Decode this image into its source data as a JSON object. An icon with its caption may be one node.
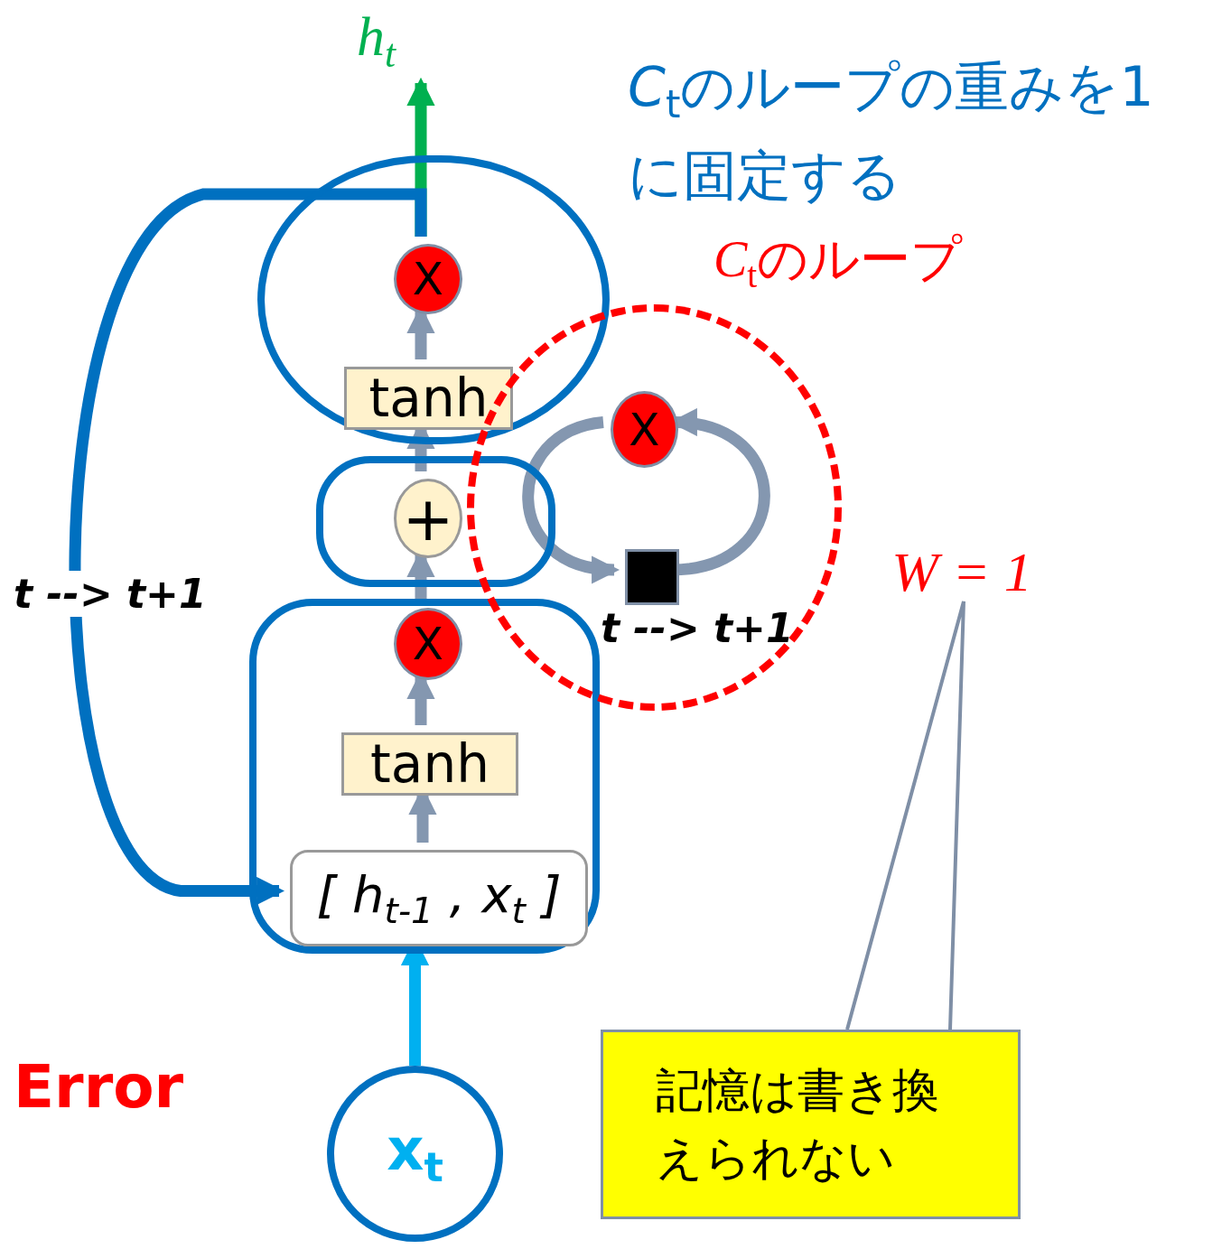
{
  "diagram": {
    "nodes": [
      {
        "text": [
          "h$_{t}$"
        ]
      },
      {
        "text": [],
        "shape": "circle"
      },
      {
        "text": [
          "X"
        ],
        "in": 1
      },
      {
        "text": [
          "tanh"
        ],
        "in": 1
      },
      {
        "text": [],
        "shape": "box"
      },
      {
        "text": [
          "+"
        ],
        "in": 4
      },
      {
        "text": [],
        "shape": "box"
      },
      {
        "text": [
          "X"
        ],
        "in": 6
      },
      {
        "text": [
          "tanh"
        ],
        "in": 6
      },
      {
        "text": [
          "[ h$_{t-1}$ , x$_{t}$ ]"
        ],
        "in": 6
      },
      {
        "text": [
          "x$_{t}$"
        ]
      },
      {
        "text": [],
        "shape": "circle",
        "beside": [
          "*C*$_{t}$のループ"
        ]
      },
      {
        "text": [
          "X"
        ],
        "in": 11
      },
      {
        "text": [],
        "shape": "box",
        "in": 11,
        "beside": [
          "t --> t+1"
        ]
      },
      {
        "text": [
          "記憶は書き換えられない"
        ]
      },
      {
        "text": [
          "W = 1"
        ]
      }
    ],
    "edges": [
      {
        "from": 2,
        "to": 0,
        "arrow": "to",
        "color": "#00b050"
      },
      {
        "from": 2,
        "to": 9,
        "arrow": "to",
        "label": "t --> t+1",
        "color": "#0070c0"
      },
      {
        "from": 3,
        "to": 2,
        "arrow": "to"
      },
      {
        "from": 5,
        "to": 3,
        "arrow": "to"
      },
      {
        "from": 7,
        "to": 5,
        "arrow": "to"
      },
      {
        "from": 8,
        "to": 7,
        "arrow": "to"
      },
      {
        "from": 9,
        "to": 8,
        "arrow": "to"
      },
      {
        "from": 10,
        "to": 9,
        "arrow": "to",
        "color": "#00b0f0"
      },
      {
        "from": 12,
        "to": 13,
        "arrow": "to"
      },
      {
        "from": 13,
        "to": 12,
        "arrow": "to"
      },
      {
        "from": 14,
        "to": 15,
        "arrow": "none"
      }
    ],
    "labels": [
      "*C*$_{t}$のループの重みを1に固定する",
      "Error"
    ]
  }
}
